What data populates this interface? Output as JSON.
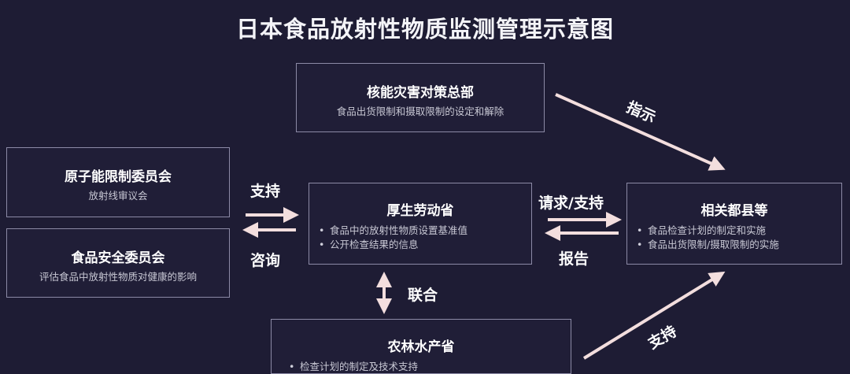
{
  "title": "日本食品放射性物质监测管理示意图",
  "nodes": {
    "hq": {
      "title": "核能灾害对策总部",
      "subtitle": "食品出货限制和摄取限制的设定和解除"
    },
    "atomic": {
      "title": "原子能限制委员会",
      "subtitle": "放射线审议会"
    },
    "food_safety": {
      "title": "食品安全委员会",
      "subtitle": "评估食品中放射性物质对健康的影响"
    },
    "mhlw": {
      "title": "厚生劳动省",
      "bullets": [
        "食品中的放射性物质设置基准值",
        "公开检查结果的信息"
      ]
    },
    "prefectures": {
      "title": "相关都县等",
      "bullets": [
        "食品检查计划的制定和实施",
        "食品出货限制/摄取限制的实施"
      ]
    },
    "maff": {
      "title": "农林水产省",
      "bullets": [
        "检查计划的制定及技术支持"
      ]
    }
  },
  "edges": {
    "instruct": "指示",
    "support_left": "支持",
    "consult": "咨询",
    "request_support": "请求/支持",
    "report": "报告",
    "joint": "联合",
    "support_maff": "支持"
  },
  "colors": {
    "background": "#1e1c34",
    "box_border": "#8c8aa6",
    "arrow": "#f3dede"
  }
}
